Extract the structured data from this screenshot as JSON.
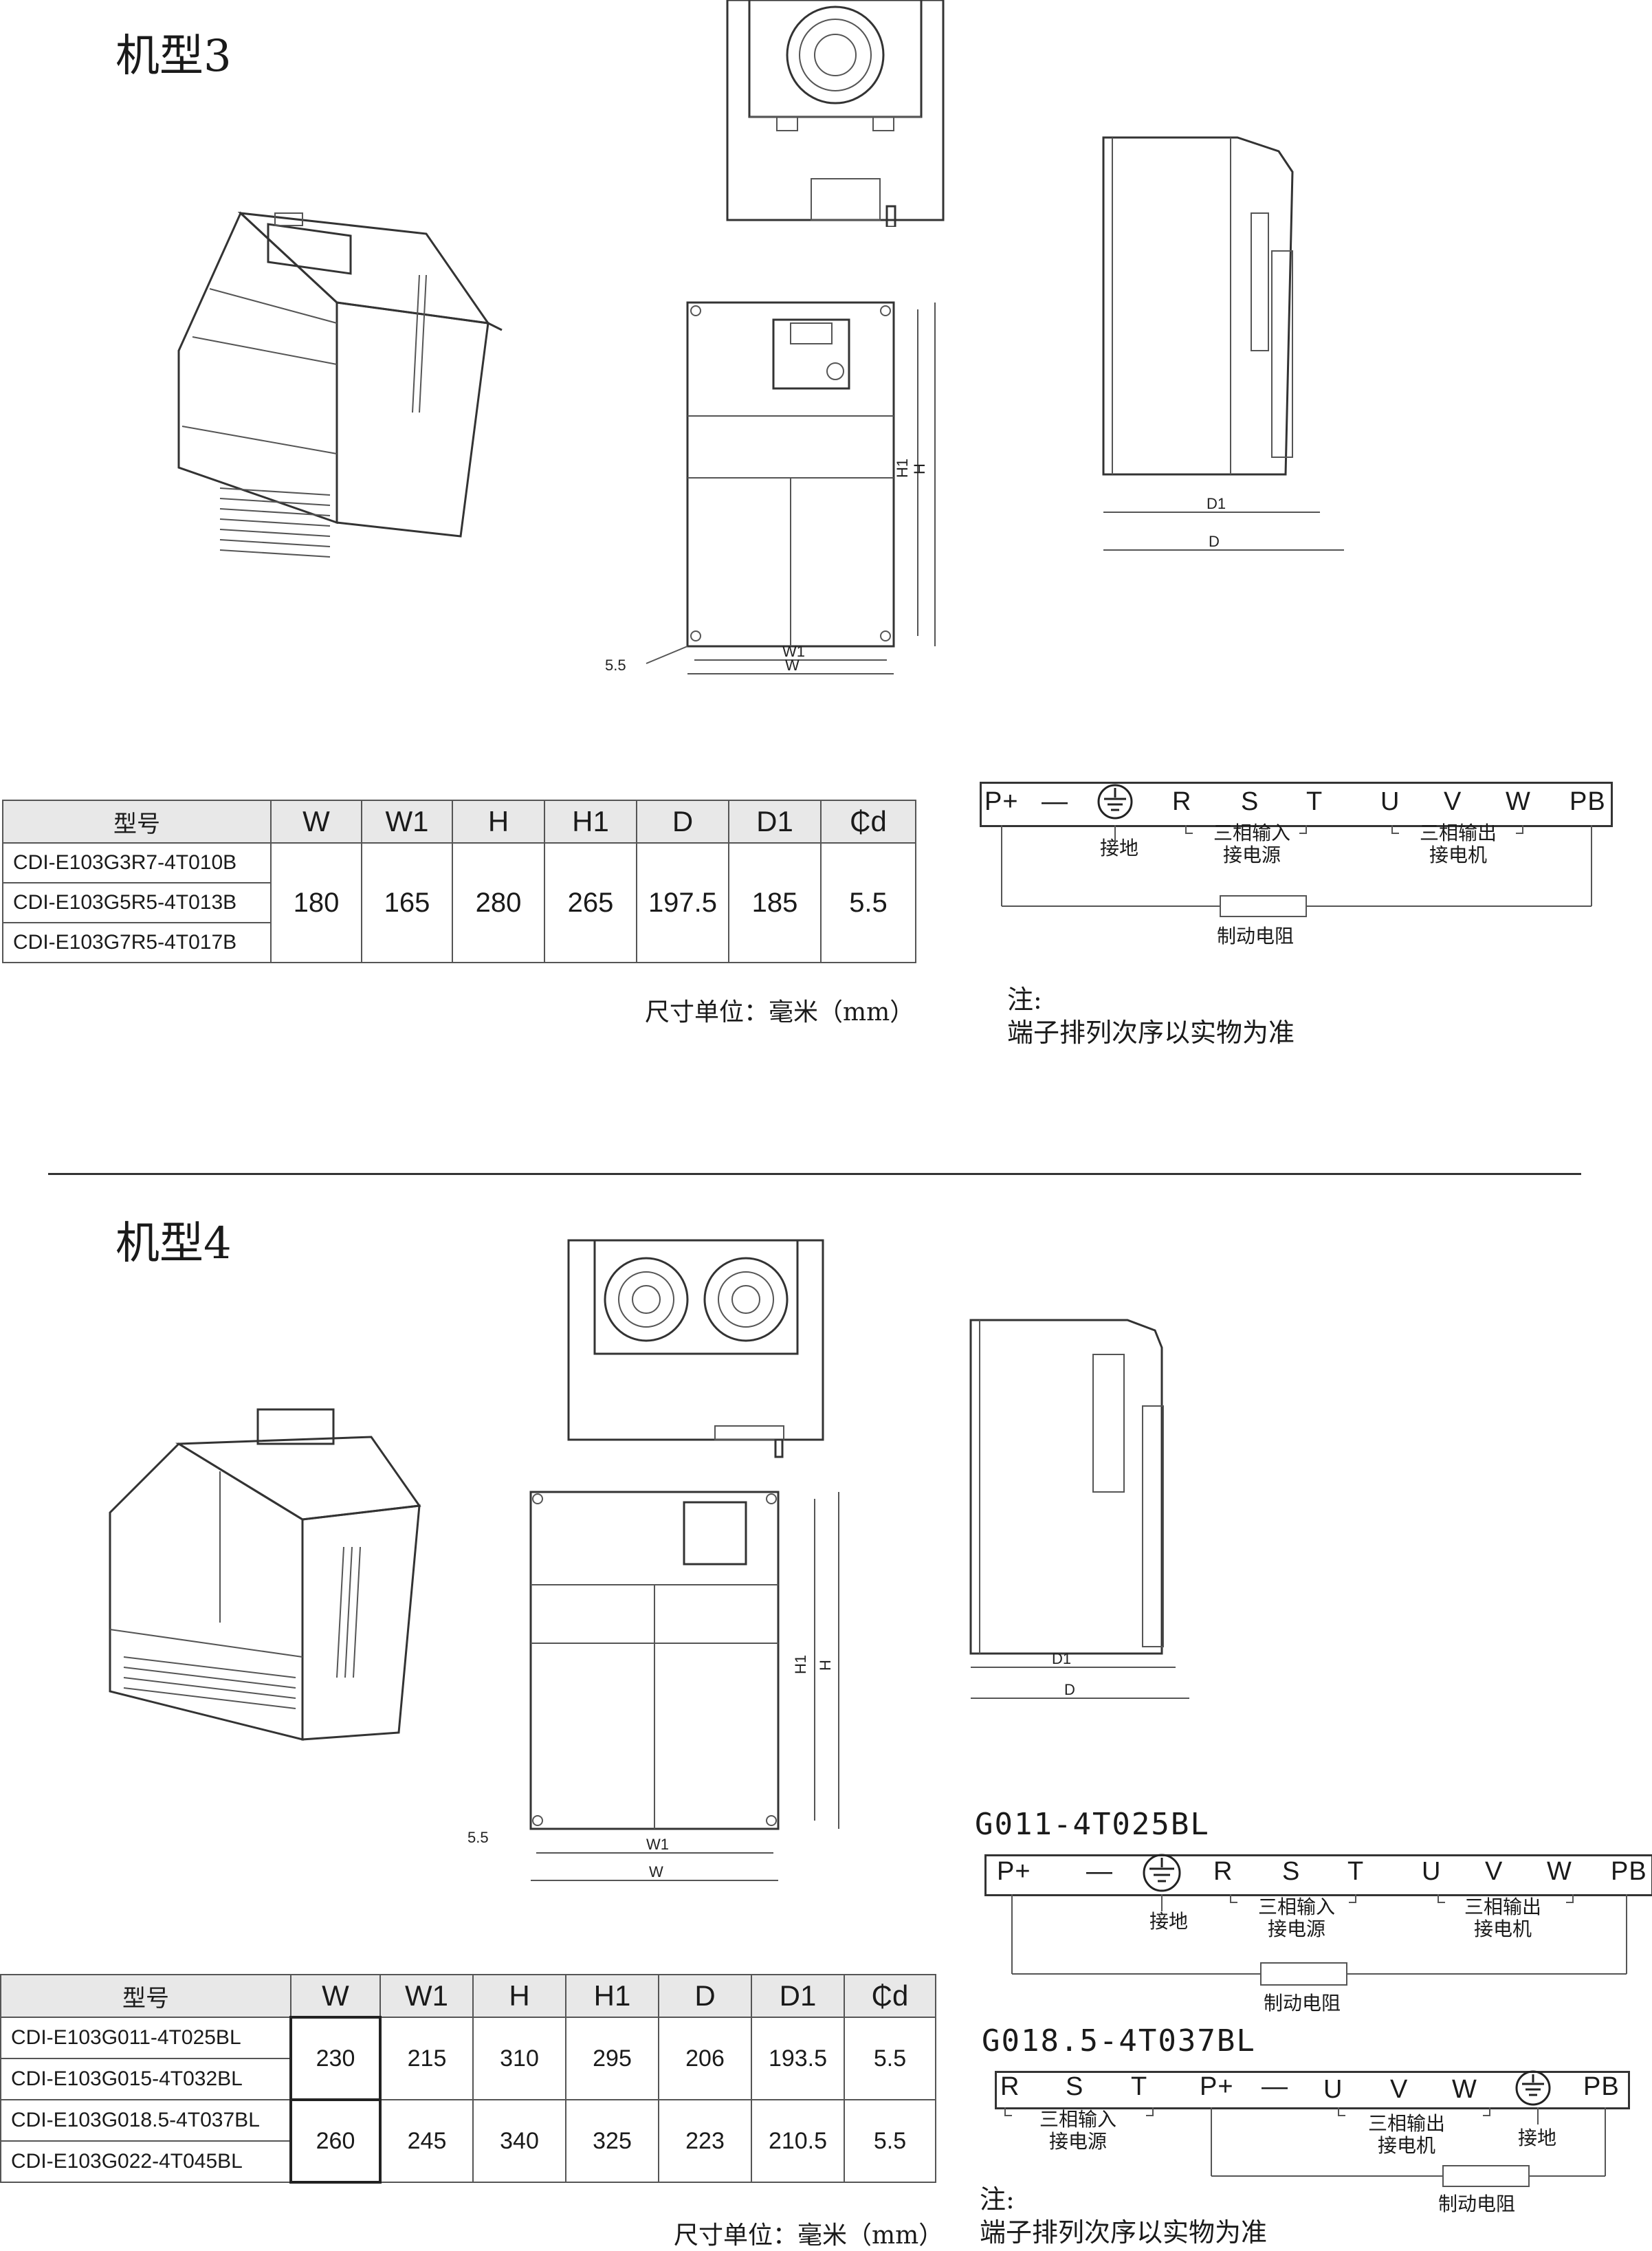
{
  "sections": [
    {
      "title": "机型3",
      "drawing_labels": {
        "h1": "H1",
        "h": "H",
        "w1": "W1",
        "w": "W",
        "d1": "D1",
        "d": "D",
        "hole": "5.5"
      },
      "table": {
        "headers": [
          "型号",
          "W",
          "W1",
          "H",
          "H1",
          "D",
          "D1",
          "₵d"
        ],
        "models": [
          "CDI-E103G3R7-4T010B",
          "CDI-E103G5R5-4T013B",
          "CDI-E103G7R5-4T017B"
        ],
        "values": [
          "180",
          "165",
          "280",
          "265",
          "197.5",
          "185",
          "5.5"
        ]
      },
      "unit_note": "尺寸单位：毫米（mm）",
      "wiring": {
        "terminals": [
          "P+",
          "—",
          "R",
          "S",
          "T",
          "U",
          "V",
          "W",
          "PB"
        ],
        "ground_label": "接地",
        "input_label": "三相输入\n接电源",
        "output_label": "三相输出\n接电机",
        "resistor_label": "制动电阻"
      },
      "note": {
        "head": "注:",
        "body": "端子排列次序以实物为准"
      }
    },
    {
      "title": "机型4",
      "drawing_labels": {
        "h1": "H1",
        "h": "H",
        "w1": "W1",
        "w": "W",
        "d1": "D1",
        "d": "D",
        "hole": "5.5"
      },
      "table": {
        "headers": [
          "型号",
          "W",
          "W1",
          "H",
          "H1",
          "D",
          "D1",
          "₵d"
        ],
        "models": [
          "CDI-E103G011-4T025BL",
          "CDI-E103G015-4T032BL",
          "CDI-E103G018.5-4T037BL",
          "CDI-E103G022-4T045BL"
        ],
        "group1": [
          "230",
          "215",
          "310",
          "295",
          "206",
          "193.5",
          "5.5"
        ],
        "group2": [
          "260",
          "245",
          "340",
          "325",
          "223",
          "210.5",
          "5.5"
        ]
      },
      "unit_note": "尺寸单位：毫米（mm）",
      "wiring_a": {
        "title": "G011-4T025BL",
        "terminals": [
          "P+",
          "—",
          "R",
          "S",
          "T",
          "U",
          "V",
          "W",
          "PB"
        ],
        "ground_label": "接地",
        "input_label": "三相输入\n接电源",
        "output_label": "三相输出\n接电机",
        "resistor_label": "制动电阻"
      },
      "wiring_b": {
        "title": "G018.5-4T037BL",
        "terminals": [
          "R",
          "S",
          "T",
          "P+",
          "—",
          "U",
          "V",
          "W",
          "PB"
        ],
        "ground_label": "接地",
        "input_label": "三相输入\n接电源",
        "output_label": "三相输出\n接电机",
        "resistor_label": "制动电阻"
      },
      "note": {
        "head": "注:",
        "body": "端子排列次序以实物为准"
      }
    }
  ]
}
